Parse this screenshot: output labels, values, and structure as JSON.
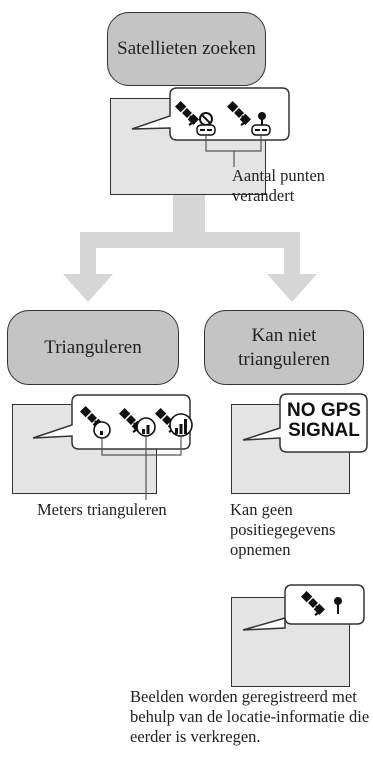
{
  "boxes": {
    "searching": "Satellieten zoeken",
    "triangulating": "Trianguleren",
    "cannot_triangulate": "Kan niet trianguleren"
  },
  "labels": {
    "points_change": "Aantal punten verandert",
    "meters_triangulating": "Meters trianguleren",
    "cannot_record": "Kan geen positiegegevens opnemen",
    "recorded_with_previous": "Beelden worden geregistreerd met behulp van de locatie-informatie die eerder is verkregen."
  },
  "badge": {
    "line1": "NO GPS",
    "line2": "SIGNAL"
  },
  "icons": [
    "satellite-searching-icon",
    "satellite-location-icon",
    "satellite-weak-signal-icon",
    "satellite-medium-signal-icon",
    "satellite-strong-signal-icon",
    "satellite-pin-icon"
  ],
  "colors": {
    "box_fill": "#c4c4c4",
    "screen_fill": "#e4e4e4",
    "arrow": "#d6d6d6"
  }
}
